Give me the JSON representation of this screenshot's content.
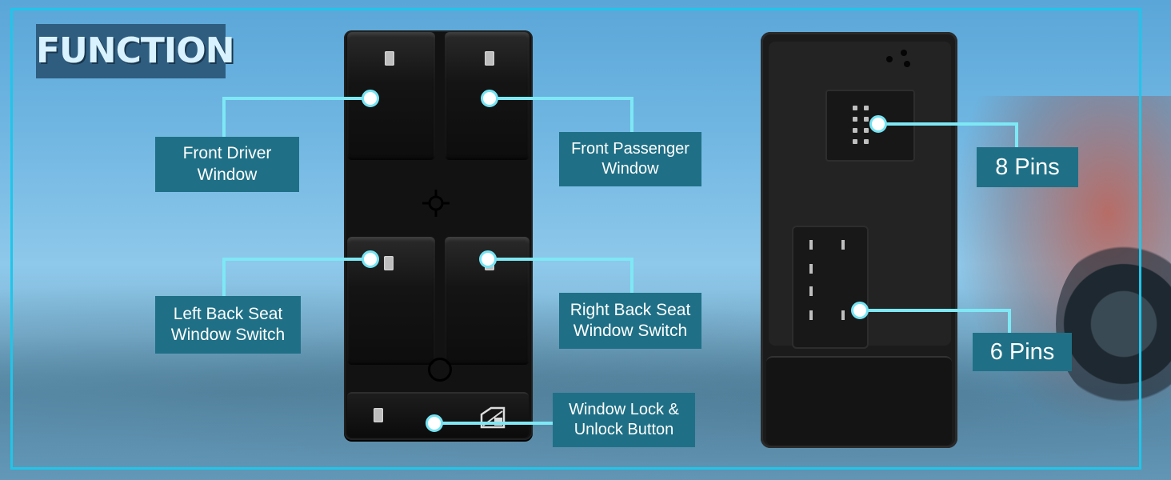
{
  "title": "FUNCTION",
  "labels": {
    "front_driver": "Front Driver\nWindow",
    "front_passenger": "Front Passenger\nWindow",
    "left_back": "Left Back Seat\nWindow Switch",
    "right_back": "Right Back Seat\nWindow Switch",
    "window_lock": "Window Lock &\nUnlock Button",
    "pins8": "8 Pins",
    "pins6": "6 Pins"
  },
  "colors": {
    "accent": "#1fc6ea",
    "label_bg": "#1f7086",
    "title_bg": "#2f5d80",
    "leader_line": "#7ee8f5"
  },
  "icons": [
    "crosshair-icon",
    "window-lock-icon"
  ]
}
